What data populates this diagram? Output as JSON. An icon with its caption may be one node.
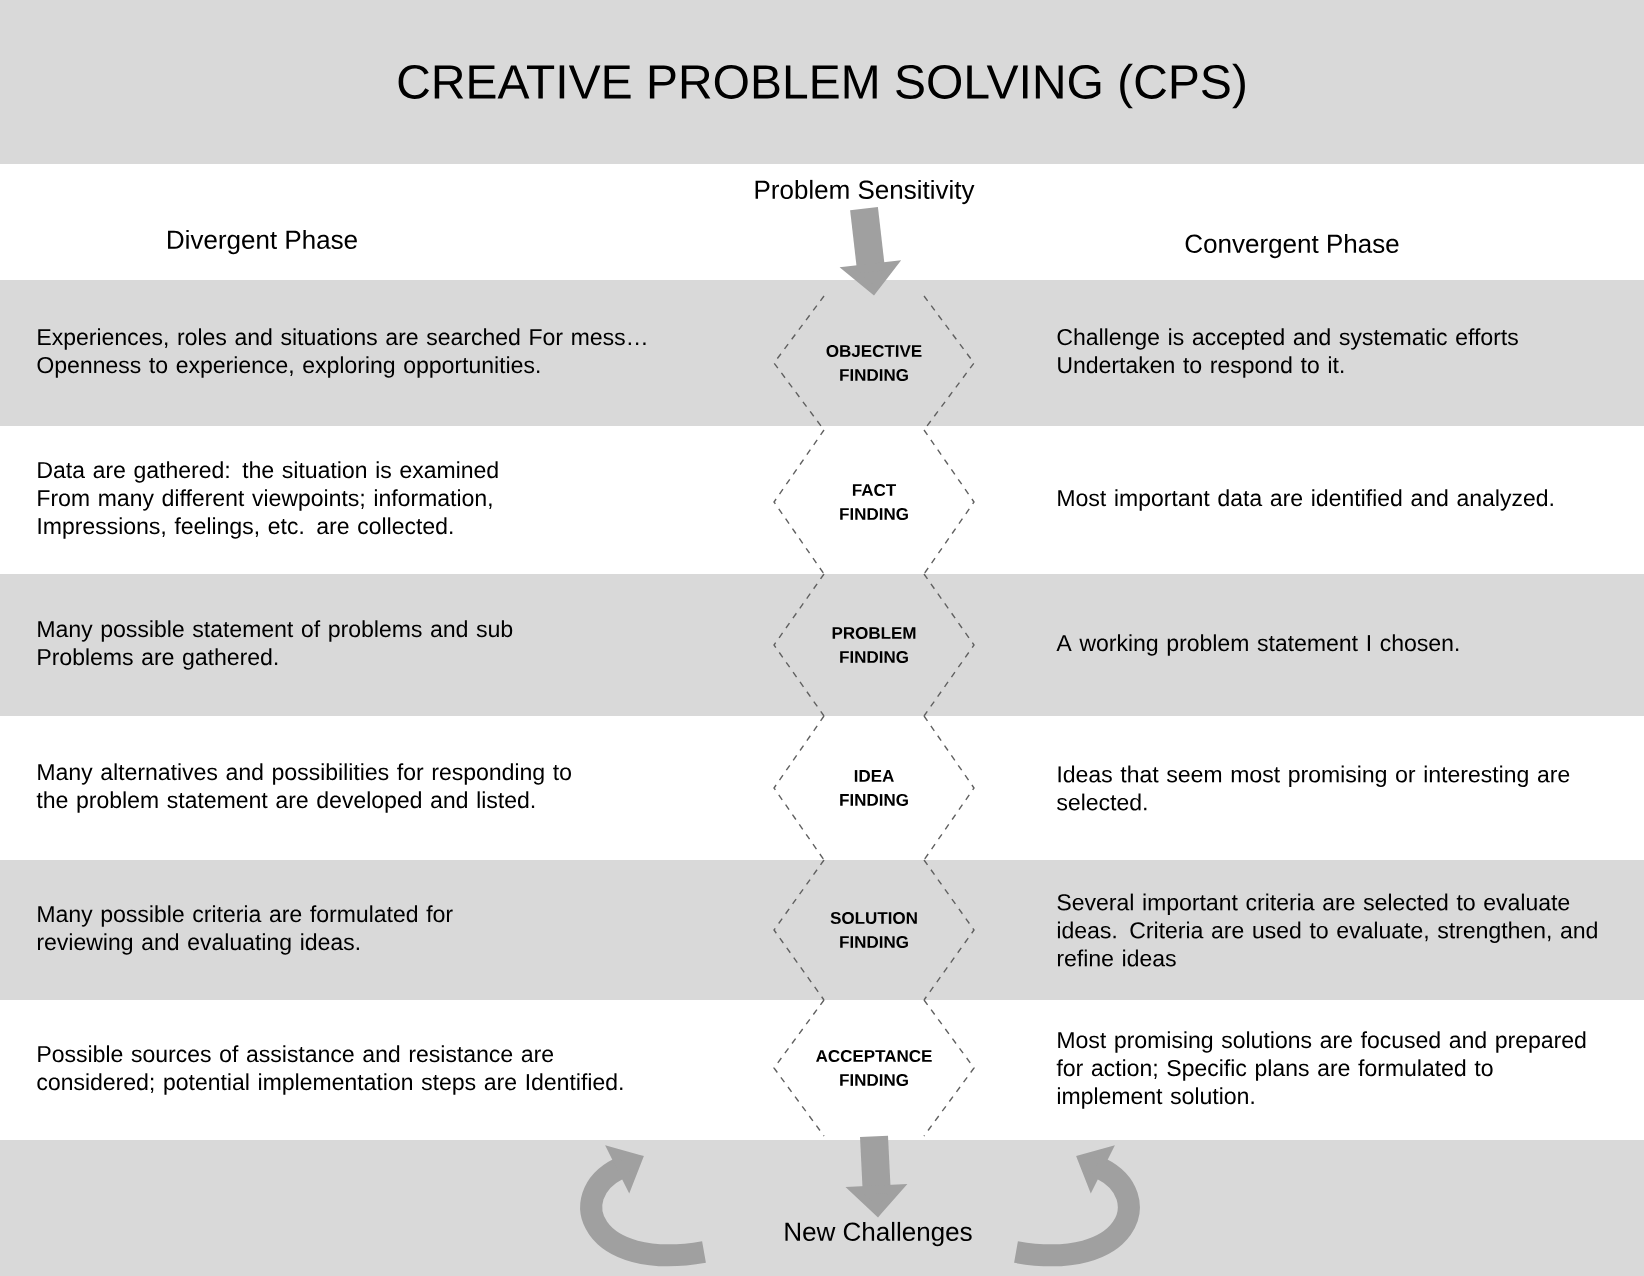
{
  "diagram": {
    "title": "CREATIVE PROBLEM SOLVING (CPS)",
    "nodes": [
      {
        "text": [
          "Problem Sensitivity"
        ]
      },
      {
        "text": [
          "OBJECTIVE FINDING"
        ]
      },
      {
        "text": [
          "FACT FINDING"
        ]
      },
      {
        "text": [
          "PROBLEM FINDING"
        ]
      },
      {
        "text": [
          "IDEA FINDING"
        ]
      },
      {
        "text": [
          "SOLUTION FINDING"
        ]
      },
      {
        "text": [
          "ACCEPTANCE FINDING"
        ]
      },
      {
        "text": [
          "New Challenges"
        ]
      }
    ],
    "edges": [
      {
        "from": 0,
        "to": 1,
        "arrow": "to"
      },
      {
        "from": 6,
        "to": 7,
        "arrow": "to"
      }
    ],
    "labels": [
      "Divergent Phase",
      "Convergent Phase",
      "Experiences, roles and situations are searched For mess… Openness to experience, exploring opportunities.",
      "Challenge is accepted and systematic efforts Undertaken to respond to it.",
      "Data are gathered: the situation is examined From many different viewpoints; information, Impressions, feelings, etc. are collected.",
      "Most important data are identified and analyzed.",
      "Many possible statement of problems and sub Problems are gathered.",
      "A working problem statement I chosen.",
      "Many alternatives and possibilities for responding to the problem statement are developed and listed.",
      "Ideas that seem most promising or interesting are selected.",
      "Many possible criteria are formulated for reviewing and evaluating ideas.",
      "Several important criteria are selected to evaluate ideas. Criteria are used to evaluate, strengthen, and refine ideas",
      "Possible sources of assistance and resistance are considered; potential implementation steps are Identified.",
      "Most promising solutions are focused and prepared for action; Specific plans are formulated to implement solution."
    ]
  }
}
